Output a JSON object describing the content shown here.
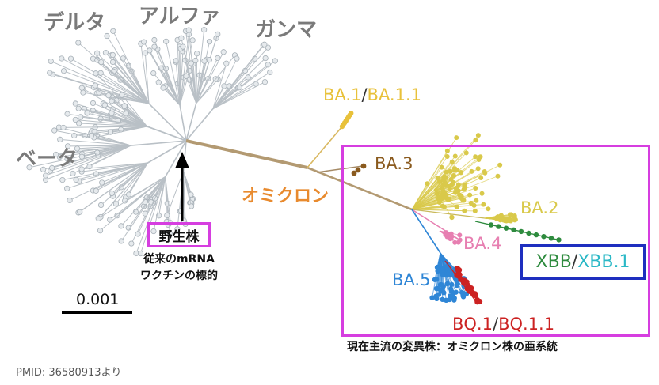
{
  "labels": {
    "delta": "デルタ",
    "alpha": "アルファ",
    "gamma": "ガンマ",
    "beta": "ベータ",
    "omicron": "オミクロン"
  },
  "variants": {
    "ba1": "BA.1",
    "ba1_sep": "/",
    "ba11": "BA.1.1",
    "ba3": "BA.3",
    "ba2": "BA.2",
    "ba4": "BA.4",
    "ba5": "BA.5",
    "bq1": "BQ.1",
    "bq1_sep": "/",
    "bq11": "BQ.1.1",
    "xbb": "XBB",
    "xbb_sep": "/",
    "xbb1": "XBB.1"
  },
  "wild_type": {
    "label": "野生株",
    "note_line1": "従来のmRNA",
    "note_line2": "ワクチンの標的"
  },
  "omicron_caption": "現在主流の変異株：オミクロン株の亜系統",
  "scale_label": "0.001",
  "source": "PMID: 36580913より",
  "colors": {
    "gray_branch": "#b9c0c6",
    "trunk": "#b39a72",
    "omicron_label": "#e88a2e",
    "ba1": "#e8c13a",
    "ba3": "#8a5a1e",
    "ba2": "#d9c94a",
    "ba4": "#e77fb1",
    "ba5": "#2f86d6",
    "bq1": "#cc2222",
    "xbb": "#2e8b3e",
    "xbb1": "#2bb8c6",
    "highlight_box": "#d63ee0",
    "xbb_box": "#1e2fbf"
  }
}
